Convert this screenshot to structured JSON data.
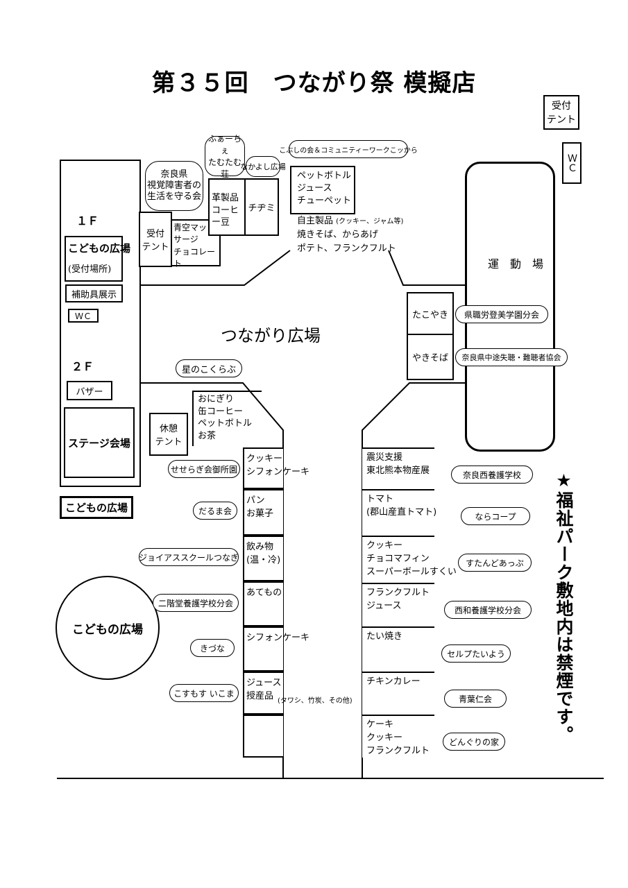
{
  "title": "第３５回　つながり祭 模擬店",
  "right_top": {
    "reception_tent": "受付\nテント",
    "wc": "ＷＣ"
  },
  "building": {
    "floor1": "１Ｆ",
    "kids_plaza": "こどもの広場",
    "reception_place": "(受付場所)",
    "assist_display": "補助具展示",
    "wc": "ＷＣ",
    "floor2": "２Ｆ",
    "bazaar": "バザー",
    "stage": "ステージ会場",
    "kids_plaza_bottom": "こどもの広場"
  },
  "kids_plaza_circle": "こどもの広場",
  "central": "つながり広場",
  "field": "運　動　場",
  "top_area": {
    "nara_assoc": "奈良県\n視覚障害者の\n生活を守る会",
    "fuaa": "ふぁーちぇ\nたむたむ荘",
    "nakayoshi": "なかよし広場",
    "kobushi": "こぶしの会＆コミュニティーワークこッから",
    "reception_tent": "受付\nテント",
    "aozora": "青空マッ\nサージ\nチョコレート",
    "leather": "革製品\nコーヒ\nー豆",
    "chijimi": "チヂミ",
    "drinks": "ペットボトル\nジュース\nチューペット",
    "own_products": "自主製品",
    "own_products_note": "(クッキー、ジャム等)",
    "yakisoba_line": "焼きそば、からあげ",
    "potato_line": "ポテト、フランクフルト"
  },
  "right_stalls": {
    "takoyaki": "たこやき",
    "yakisoba": "やきそば",
    "kenshoku": "県職労登美学園分会",
    "nara_deaf": "奈良県中途失聴・難聴者協会"
  },
  "hoshi": "星のこくらぶ",
  "rest_tent": "休憩\nテント",
  "onigiri": "おにぎり\n缶コーヒー\nペットボトル\nお茶",
  "left_row": [
    {
      "group": "せせらぎ会御所園",
      "items": "クッキー\nシフォンケーキ"
    },
    {
      "group": "だるま会",
      "items": "パン\nお菓子"
    },
    {
      "group": "ジョイアススクールつなぎ",
      "items": "飲み物\n(温・冷)"
    },
    {
      "group": "二階堂養護学校分会",
      "items": "あてもの"
    },
    {
      "group": "きづな",
      "items": "シフォンケーキ"
    },
    {
      "group": "こすもす いこま",
      "items": "ジュース\n授産品",
      "note": "(タワシ、竹炭、その他)"
    }
  ],
  "right_row": [
    {
      "group": "奈良西養護学校",
      "items": "震災支援\n東北熊本物産展"
    },
    {
      "group": "ならコープ",
      "items": "トマト\n(郡山産直トマト)"
    },
    {
      "group": "すたんどあっぷ",
      "items": "クッキー\nチョコマフィン\nスーパーボールすくい"
    },
    {
      "group": "西和養護学校分会",
      "items": "フランクフルト\nジュース"
    },
    {
      "group": "セルプたいよう",
      "items": "たい焼き"
    },
    {
      "group": "青葉仁会",
      "items": "チキンカレー"
    },
    {
      "group": "どんぐりの家",
      "items": "ケーキ\nクッキー\nフランクフルト"
    }
  ],
  "no_smoking": "★福祉パーク敷地内は禁煙です。"
}
